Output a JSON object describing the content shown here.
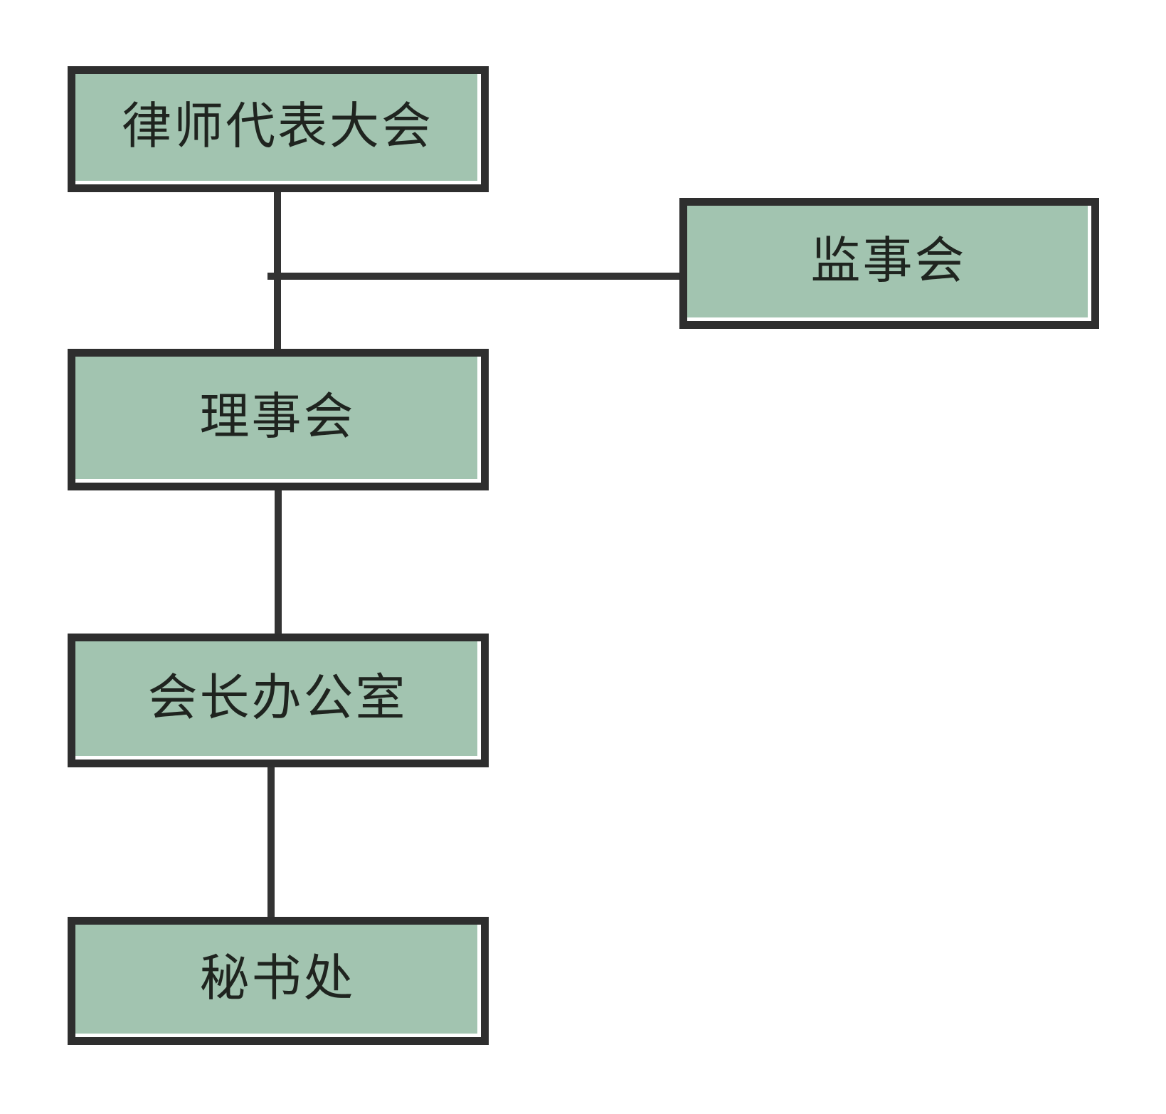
{
  "colors": {
    "page-bg": "#ffffff",
    "box-fill": "#a2c4b0",
    "box-border": "#2e2e2e",
    "line-color": "#333333",
    "text-color": "#1f241f"
  },
  "diagram": {
    "type": "org-chart",
    "nodes": [
      {
        "id": "congress",
        "label": "律师代表大会"
      },
      {
        "id": "supervisors",
        "label": "监事会"
      },
      {
        "id": "council",
        "label": "理事会"
      },
      {
        "id": "president_office",
        "label": "会长办公室"
      },
      {
        "id": "secretariat",
        "label": "秘书处"
      }
    ],
    "edges": [
      {
        "from": "congress",
        "to": "council"
      },
      {
        "from": "council",
        "to": "supervisors"
      },
      {
        "from": "council",
        "to": "president_office"
      },
      {
        "from": "president_office",
        "to": "secretariat"
      }
    ]
  }
}
